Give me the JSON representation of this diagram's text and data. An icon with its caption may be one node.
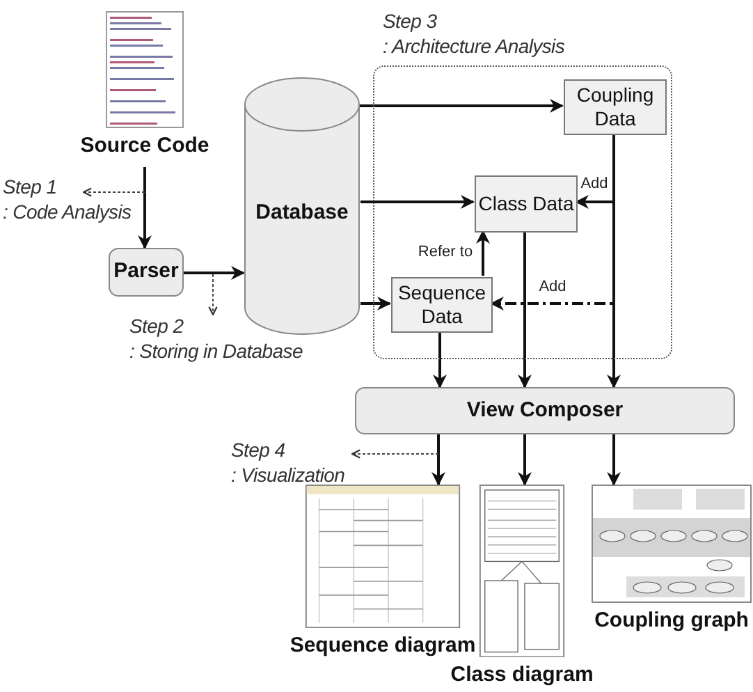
{
  "diagram": {
    "nodes": [
      {
        "text": [
          "Source Code"
        ]
      },
      {
        "text": [
          "Step 1",
          ": Code Analysis"
        ]
      },
      {
        "text": [
          "Parser"
        ]
      },
      {
        "text": [
          "Database"
        ]
      },
      {
        "text": [
          "Step 2",
          ": Storing in Database"
        ]
      },
      {
        "text": [
          "Step 3",
          ": Architecture Analysis"
        ]
      },
      {
        "text": [
          "Coupling Data"
        ],
        "in": 5
      },
      {
        "text": [
          "Class Data"
        ],
        "in": 5
      },
      {
        "text": [
          "Sequence Data"
        ],
        "in": 5
      },
      {
        "text": [
          "View Composer"
        ]
      },
      {
        "text": [
          "Step 4",
          ": Visualization"
        ]
      },
      {
        "text": [
          "Sequence diagram"
        ]
      },
      {
        "text": [
          "Class diagram"
        ]
      },
      {
        "text": [
          "Coupling graph"
        ]
      }
    ],
    "edges": [
      {
        "from": 0,
        "to": 2,
        "arrow": "to"
      },
      {
        "from": 2,
        "to": 3,
        "arrow": "to"
      },
      {
        "from": null,
        "to": 1,
        "arrow": "to",
        "style": "dashed"
      },
      {
        "from": null,
        "to": 4,
        "arrow": "to",
        "style": "dashed"
      },
      {
        "from": 3,
        "to": 6,
        "arrow": "to"
      },
      {
        "from": 3,
        "to": 7,
        "arrow": "to"
      },
      {
        "from": 3,
        "to": 8,
        "arrow": "to"
      },
      {
        "from": 6,
        "to": 7,
        "arrow": "to",
        "label": "Add"
      },
      {
        "from": 6,
        "to": 8,
        "arrow": "to",
        "label": "Add",
        "style": "dashed"
      },
      {
        "from": 8,
        "to": 7,
        "arrow": "to",
        "label": "Refer to"
      },
      {
        "from": 8,
        "to": 9,
        "arrow": "to"
      },
      {
        "from": 7,
        "to": 9,
        "arrow": "to"
      },
      {
        "from": 6,
        "to": 9,
        "arrow": "to"
      },
      {
        "from": 9,
        "to": 11,
        "arrow": "to"
      },
      {
        "from": 9,
        "to": 12,
        "arrow": "to"
      },
      {
        "from": 9,
        "to": 13,
        "arrow": "to"
      },
      {
        "from": null,
        "to": 10,
        "arrow": "to",
        "style": "dashed"
      }
    ]
  }
}
